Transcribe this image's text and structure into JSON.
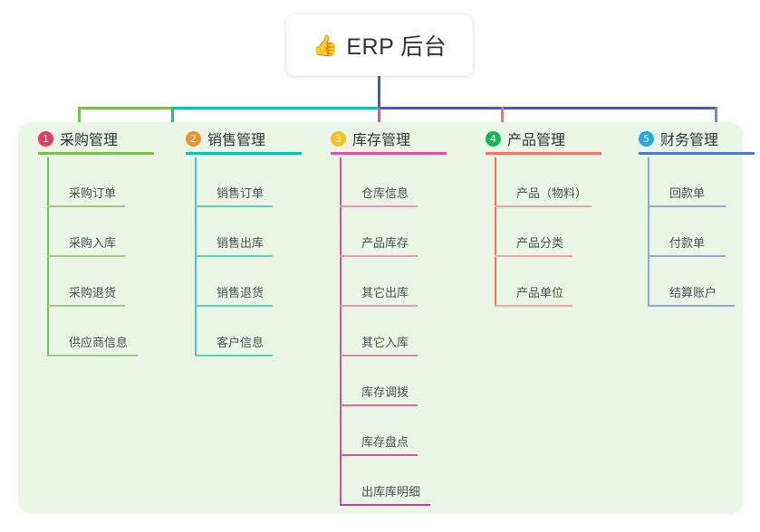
{
  "root": {
    "icon": "thumbs-up-icon",
    "emoji": "👍",
    "title": "ERP 后台"
  },
  "palette": {
    "panel_bg": "#eaf6e6",
    "page_bg": "#ffffff",
    "trunk": "#4a55c0",
    "bus_green": "#7dbd4c",
    "bus_teal": "#0fbfad",
    "bus_blue": "#4a55c0"
  },
  "columns": [
    {
      "number": "1",
      "title": "采购管理",
      "badge_color": "#e83a62",
      "line_color": "#7dbd4c",
      "items": [
        "采购订单",
        "采购入库",
        "采购退货",
        "供应商信息"
      ]
    },
    {
      "number": "2",
      "title": "销售管理",
      "badge_color": "#f0912d",
      "line_color": "#0fbfad",
      "items": [
        "销售订单",
        "销售出库",
        "销售退货",
        "客户信息"
      ]
    },
    {
      "number": "3",
      "title": "库存管理",
      "badge_color": "#f5c024",
      "line_color": "#e0509b",
      "items": [
        "仓库信息",
        "产品库存",
        "其它出库",
        "其它入库",
        "库存调拨",
        "库存盘点",
        "出库库明细"
      ]
    },
    {
      "number": "4",
      "title": "产品管理",
      "badge_color": "#19b558",
      "line_color": "#f4736b",
      "items": [
        "产品（物料）",
        "产品分类",
        "产品单位"
      ]
    },
    {
      "number": "5",
      "title": "财务管理",
      "badge_color": "#22a7e8",
      "line_color": "#6b88d8",
      "items": [
        "回款单",
        "付款单",
        "结算账户"
      ]
    }
  ]
}
